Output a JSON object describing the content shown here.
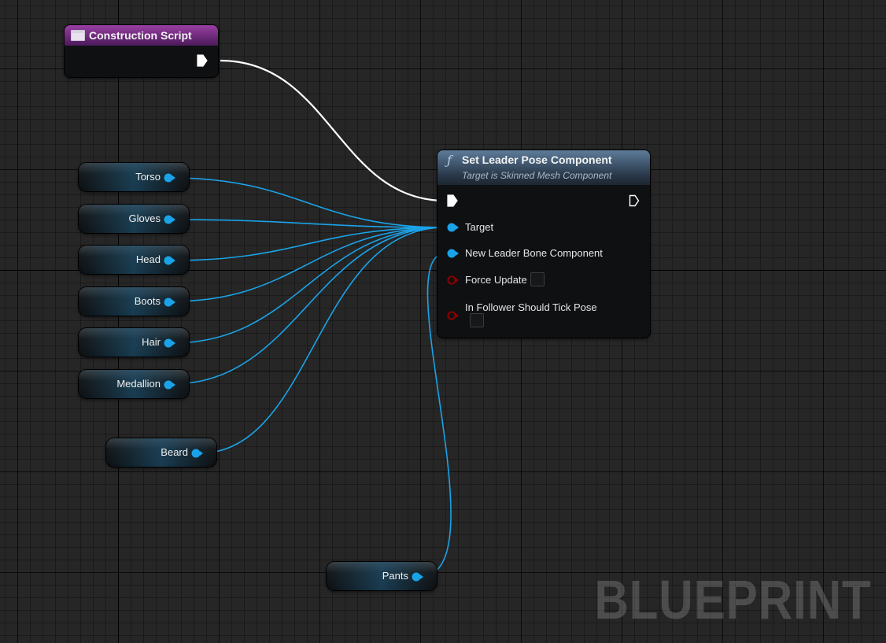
{
  "graph": {
    "watermark": "BLUEPRINT",
    "colors": {
      "grid_bg": "#262626",
      "object_wire": "#1aa3e8",
      "exec_wire": "#ffffff",
      "bool_pin": "#8b0000",
      "event_header": "#9a3fa3",
      "function_header": "#5d7b99"
    }
  },
  "construction_script": {
    "title": "Construction Script",
    "icon": "event-icon"
  },
  "set_leader_pose": {
    "title": "Set Leader Pose Component",
    "subtitle": "Target is Skinned Mesh Component",
    "icon": "function-icon",
    "pins": {
      "target": "Target",
      "new_leader": "New Leader Bone Component",
      "force_update": "Force Update",
      "follower_tick": "In Follower Should Tick Pose"
    }
  },
  "variables": [
    {
      "label": "Torso"
    },
    {
      "label": "Gloves"
    },
    {
      "label": "Head"
    },
    {
      "label": "Boots"
    },
    {
      "label": "Hair"
    },
    {
      "label": "Medallion"
    },
    {
      "label": "Beard"
    },
    {
      "label": "Pants"
    }
  ]
}
